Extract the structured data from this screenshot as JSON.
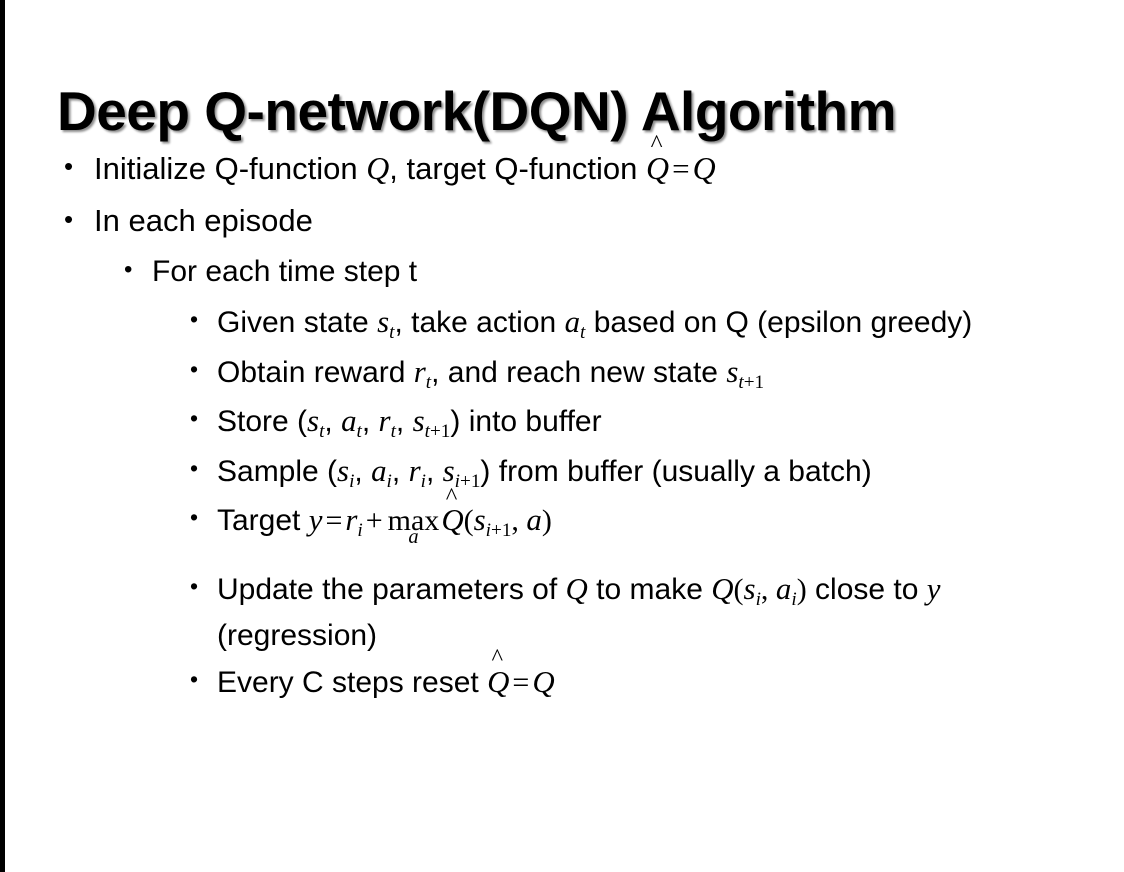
{
  "slide": {
    "title": "Deep Q-network(DQN) Algorithm",
    "background_color": "#ffffff",
    "text_color": "#000000",
    "edge_bar_color": "#000000"
  },
  "bullets": {
    "level1": [
      {
        "id": "initialize",
        "marker": "•",
        "parts": {
          "lead": "Initialize Q-function ",
          "var_q": "Q",
          "mid": ", target Q-function ",
          "q_hat": "Q",
          "hat_mark": "̂",
          "equals": "=",
          "var_q2": "Q"
        },
        "plain": "Initialize Q-function Q, target Q-function Q̂ = Q"
      },
      {
        "id": "in-each-episode",
        "marker": "•",
        "plain": "In each episode"
      }
    ],
    "level2": [
      {
        "id": "for-each-time-step",
        "marker": "•",
        "plain": "For each time step t"
      }
    ],
    "level3": [
      {
        "id": "given-state",
        "marker": "•",
        "parts": {
          "lead": "Given state ",
          "s": "s",
          "s_sub": "t",
          "mid": ", take action ",
          "a": "a",
          "a_sub": "t",
          "tail": " based on Q (epsilon greedy)"
        },
        "plain": "Given state s_t, take action a_t based on Q (epsilon greedy)"
      },
      {
        "id": "obtain-reward",
        "marker": "•",
        "parts": {
          "lead": "Obtain reward ",
          "r": "r",
          "r_sub": "t",
          "mid": ", and reach new state ",
          "s": "s",
          "s_sub_var": "t",
          "s_sub_plus": "+",
          "s_sub_num": "1"
        },
        "plain": "Obtain reward r_t, and reach new state s_{t+1}"
      },
      {
        "id": "store-transition",
        "marker": "•",
        "parts": {
          "lead": "Store (",
          "s": "s",
          "s_sub": "t",
          "sep1": ", ",
          "a": "a",
          "a_sub": "t",
          "sep2": ", ",
          "r": "r",
          "r_sub": "t",
          "sep3": ", ",
          "s2": "s",
          "s2_sub_var": "t",
          "s2_sub_plus": "+",
          "s2_sub_num": "1",
          "tail": ") into buffer"
        },
        "plain": "Store (s_t, a_t, r_t, s_{t+1}) into buffer"
      },
      {
        "id": "sample-batch",
        "marker": "•",
        "parts": {
          "lead": "Sample (",
          "s": "s",
          "s_sub": "i",
          "sep1": ", ",
          "a": "a",
          "a_sub": "i",
          "sep2": ", ",
          "r": "r",
          "r_sub": "i",
          "sep3": ", ",
          "s2": "s",
          "s2_sub_var": "i",
          "s2_sub_plus": "+",
          "s2_sub_num": "1",
          "tail": ") from buffer (usually a batch)"
        },
        "plain": "Sample (s_i, a_i, r_i, s_{i+1}) from buffer (usually a batch)"
      },
      {
        "id": "target",
        "marker": "•",
        "parts": {
          "lead": "Target ",
          "y": "y",
          "equals": "=",
          "r": "r",
          "r_sub": "i",
          "plus": "+",
          "max_name": "max",
          "max_limit": "a",
          "q_hat": "Q",
          "hat_mark": "̂",
          "open": "(",
          "s": "s",
          "s_sub_var": "i",
          "s_sub_plus": "+",
          "s_sub_num": "1",
          "comma": ", ",
          "a": "a",
          "close": ")"
        },
        "plain": "Target y = r_i + max_a Q̂(s_{i+1}, a)"
      },
      {
        "id": "update-parameters",
        "marker": "•",
        "parts": {
          "lead": "Update the parameters of ",
          "q1": "Q",
          "mid": " to make ",
          "q2": "Q",
          "open": "(",
          "s": "s",
          "s_sub": "i",
          "comma": ", ",
          "a": "a",
          "a_sub": "i",
          "close": ")",
          "tail1": " close to ",
          "y": "y",
          "tail2": " (regression)"
        },
        "plain": "Update the parameters of Q to make Q(s_i, a_i) close to y (regression)"
      },
      {
        "id": "reset-target",
        "marker": "•",
        "parts": {
          "lead": "Every C steps reset ",
          "q_hat": "Q",
          "hat_mark": "̂",
          "equals": "=",
          "q": "Q"
        },
        "plain": "Every C steps reset Q̂ = Q"
      }
    ]
  }
}
